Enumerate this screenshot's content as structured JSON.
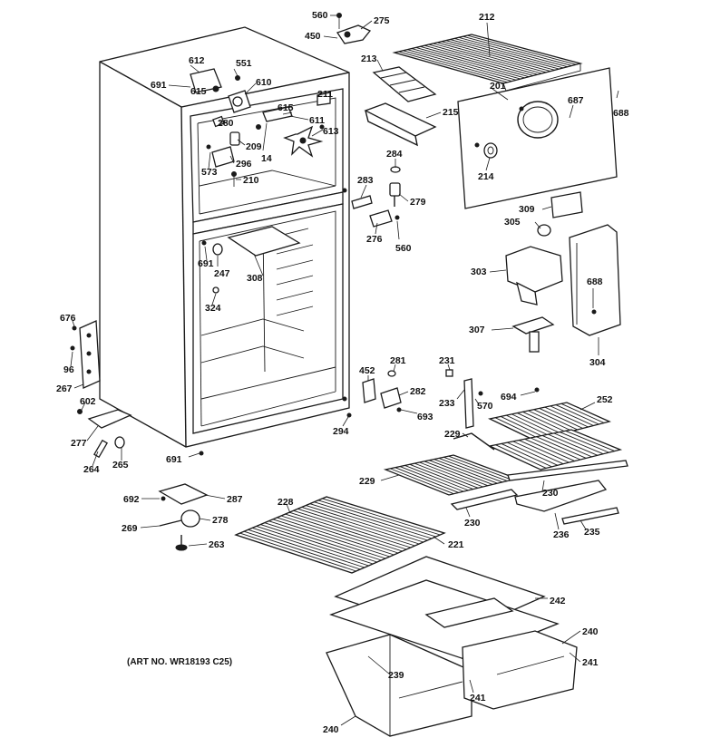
{
  "caption": "(ART NO. WR18193 C25)",
  "callouts": [
    {
      "id": "560a",
      "text": "560"
    },
    {
      "id": "275",
      "text": "275"
    },
    {
      "id": "450",
      "text": "450"
    },
    {
      "id": "212",
      "text": "212"
    },
    {
      "id": "213",
      "text": "213"
    },
    {
      "id": "201",
      "text": "201"
    },
    {
      "id": "687",
      "text": "687"
    },
    {
      "id": "688a",
      "text": "688"
    },
    {
      "id": "215",
      "text": "215"
    },
    {
      "id": "284",
      "text": "284"
    },
    {
      "id": "214",
      "text": "214"
    },
    {
      "id": "283",
      "text": "283"
    },
    {
      "id": "279",
      "text": "279"
    },
    {
      "id": "309",
      "text": "309"
    },
    {
      "id": "305",
      "text": "305"
    },
    {
      "id": "276",
      "text": "276"
    },
    {
      "id": "560b",
      "text": "560"
    },
    {
      "id": "303",
      "text": "303"
    },
    {
      "id": "688b",
      "text": "688"
    },
    {
      "id": "307",
      "text": "307"
    },
    {
      "id": "304",
      "text": "304"
    },
    {
      "id": "612",
      "text": "612"
    },
    {
      "id": "551",
      "text": "551"
    },
    {
      "id": "691a",
      "text": "691"
    },
    {
      "id": "615a",
      "text": "615"
    },
    {
      "id": "610",
      "text": "610"
    },
    {
      "id": "211",
      "text": "211"
    },
    {
      "id": "615b",
      "text": "615"
    },
    {
      "id": "611",
      "text": "611"
    },
    {
      "id": "280",
      "text": "280"
    },
    {
      "id": "613",
      "text": "613"
    },
    {
      "id": "209",
      "text": "209"
    },
    {
      "id": "14",
      "text": "14"
    },
    {
      "id": "296",
      "text": "296"
    },
    {
      "id": "573",
      "text": "573"
    },
    {
      "id": "210",
      "text": "210"
    },
    {
      "id": "691b",
      "text": "691"
    },
    {
      "id": "247",
      "text": "247"
    },
    {
      "id": "308",
      "text": "308"
    },
    {
      "id": "324",
      "text": "324"
    },
    {
      "id": "676",
      "text": "676"
    },
    {
      "id": "96",
      "text": "96"
    },
    {
      "id": "267",
      "text": "267"
    },
    {
      "id": "602",
      "text": "602"
    },
    {
      "id": "277",
      "text": "277"
    },
    {
      "id": "264",
      "text": "264"
    },
    {
      "id": "265",
      "text": "265"
    },
    {
      "id": "691c",
      "text": "691"
    },
    {
      "id": "294",
      "text": "294"
    },
    {
      "id": "452",
      "text": "452"
    },
    {
      "id": "281",
      "text": "281"
    },
    {
      "id": "282",
      "text": "282"
    },
    {
      "id": "693",
      "text": "693"
    },
    {
      "id": "231",
      "text": "231"
    },
    {
      "id": "233",
      "text": "233"
    },
    {
      "id": "570",
      "text": "570"
    },
    {
      "id": "694",
      "text": "694"
    },
    {
      "id": "252",
      "text": "252"
    },
    {
      "id": "229a",
      "text": "229"
    },
    {
      "id": "229b",
      "text": "229"
    },
    {
      "id": "230a",
      "text": "230"
    },
    {
      "id": "230b",
      "text": "230"
    },
    {
      "id": "236",
      "text": "236"
    },
    {
      "id": "235",
      "text": "235"
    },
    {
      "id": "692",
      "text": "692"
    },
    {
      "id": "287",
      "text": "287"
    },
    {
      "id": "228",
      "text": "228"
    },
    {
      "id": "269",
      "text": "269"
    },
    {
      "id": "278",
      "text": "278"
    },
    {
      "id": "263",
      "text": "263"
    },
    {
      "id": "221",
      "text": "221"
    },
    {
      "id": "242",
      "text": "242"
    },
    {
      "id": "240a",
      "text": "240"
    },
    {
      "id": "241a",
      "text": "241"
    },
    {
      "id": "239",
      "text": "239"
    },
    {
      "id": "241b",
      "text": "241"
    },
    {
      "id": "240b",
      "text": "240"
    }
  ]
}
